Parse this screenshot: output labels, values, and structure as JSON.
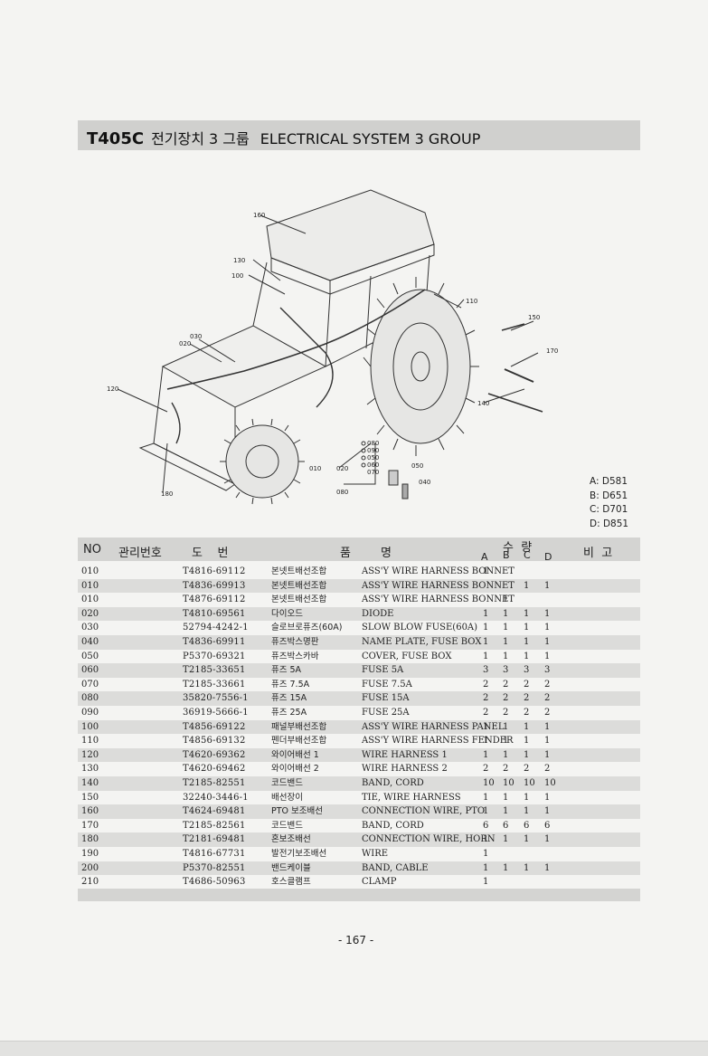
{
  "title": {
    "code": "T405C",
    "korean": "전기장치 3 그룹",
    "english": "ELECTRICAL SYSTEM 3 GROUP"
  },
  "diagram_callouts": [
    "160",
    "130",
    "100",
    "110",
    "150",
    "170",
    "140",
    "030",
    "020",
    "120",
    "180",
    "010",
    "020",
    "080",
    "050",
    "060",
    "070",
    "050",
    "040",
    "080",
    "090"
  ],
  "model_legend": [
    "A: D581",
    "B: D651",
    "C: D701",
    "D: D851"
  ],
  "table_header": {
    "no": "NO",
    "mgmt": "관리번호",
    "part_no": "도    번",
    "name": "품        명",
    "qty": "수  량",
    "a": "A",
    "b": "B",
    "c": "C",
    "d": "D",
    "remarks": "비  고"
  },
  "parts": [
    {
      "no": "010",
      "part_no": "T4816-69112",
      "ko": "본넷트배선조합",
      "en": "ASS'Y WIRE HARNESS BONNET",
      "a": "1",
      "b": "",
      "c": "",
      "d": ""
    },
    {
      "no": "010",
      "part_no": "T4836-69913",
      "ko": "본넷트배선조합",
      "en": "ASS'Y WIRE HARNESS BONNET",
      "a": "",
      "b": "",
      "c": "1",
      "d": "1"
    },
    {
      "no": "010",
      "part_no": "T4876-69112",
      "ko": "본넷트배선조합",
      "en": "ASS'Y WIRE HARNESS BONNET",
      "a": "",
      "b": "1",
      "c": "",
      "d": ""
    },
    {
      "no": "020",
      "part_no": "T4810-69561",
      "ko": "다이오드",
      "en": "DIODE",
      "a": "1",
      "b": "1",
      "c": "1",
      "d": "1"
    },
    {
      "no": "030",
      "part_no": "52794-4242-1",
      "ko": "슬로브로퓨즈(60A)",
      "en": "SLOW BLOW FUSE(60A)",
      "a": "1",
      "b": "1",
      "c": "1",
      "d": "1"
    },
    {
      "no": "040",
      "part_no": "T4836-69911",
      "ko": "퓨즈박스명판",
      "en": "NAME PLATE, FUSE BOX",
      "a": "1",
      "b": "1",
      "c": "1",
      "d": "1"
    },
    {
      "no": "050",
      "part_no": "P5370-69321",
      "ko": "퓨즈박스카바",
      "en": "COVER, FUSE BOX",
      "a": "1",
      "b": "1",
      "c": "1",
      "d": "1"
    },
    {
      "no": "060",
      "part_no": "T2185-33651",
      "ko": "퓨즈 5A",
      "en": "FUSE 5A",
      "a": "3",
      "b": "3",
      "c": "3",
      "d": "3"
    },
    {
      "no": "070",
      "part_no": "T2185-33661",
      "ko": "퓨즈 7.5A",
      "en": "FUSE 7.5A",
      "a": "2",
      "b": "2",
      "c": "2",
      "d": "2"
    },
    {
      "no": "080",
      "part_no": "35820-7556-1",
      "ko": "퓨즈 15A",
      "en": "FUSE 15A",
      "a": "2",
      "b": "2",
      "c": "2",
      "d": "2"
    },
    {
      "no": "090",
      "part_no": "36919-5666-1",
      "ko": "퓨즈 25A",
      "en": "FUSE 25A",
      "a": "2",
      "b": "2",
      "c": "2",
      "d": "2"
    },
    {
      "no": "100",
      "part_no": "T4856-69122",
      "ko": "패널부배선조합",
      "en": "ASS'Y WIRE HARNESS PANEL",
      "a": "1",
      "b": "1",
      "c": "1",
      "d": "1"
    },
    {
      "no": "110",
      "part_no": "T4856-69132",
      "ko": "펜더부배선조합",
      "en": "ASS'Y WIRE HARNESS FENDER",
      "a": "1",
      "b": "1",
      "c": "1",
      "d": "1"
    },
    {
      "no": "120",
      "part_no": "T4620-69362",
      "ko": "와이어배선 1",
      "en": "WIRE HARNESS 1",
      "a": "1",
      "b": "1",
      "c": "1",
      "d": "1"
    },
    {
      "no": "130",
      "part_no": "T4620-69462",
      "ko": "와이어배선 2",
      "en": "WIRE HARNESS 2",
      "a": "2",
      "b": "2",
      "c": "2",
      "d": "2"
    },
    {
      "no": "140",
      "part_no": "T2185-82551",
      "ko": "코드밴드",
      "en": "BAND, CORD",
      "a": "10",
      "b": "10",
      "c": "10",
      "d": "10"
    },
    {
      "no": "150",
      "part_no": "32240-3446-1",
      "ko": "배선장이",
      "en": "TIE, WIRE HARNESS",
      "a": "1",
      "b": "1",
      "c": "1",
      "d": "1"
    },
    {
      "no": "160",
      "part_no": "T4624-69481",
      "ko": "PTO 보조배선",
      "en": "CONNECTION WIRE, PTO",
      "a": "1",
      "b": "1",
      "c": "1",
      "d": "1"
    },
    {
      "no": "170",
      "part_no": "T2185-82561",
      "ko": "코드밴드",
      "en": "BAND, CORD",
      "a": "6",
      "b": "6",
      "c": "6",
      "d": "6"
    },
    {
      "no": "180",
      "part_no": "T2181-69481",
      "ko": "혼보조배선",
      "en": "CONNECTION WIRE, HORN",
      "a": "1",
      "b": "1",
      "c": "1",
      "d": "1"
    },
    {
      "no": "190",
      "part_no": "T4816-67731",
      "ko": "발전기보조배선",
      "en": "WIRE",
      "a": "1",
      "b": "",
      "c": "",
      "d": ""
    },
    {
      "no": "200",
      "part_no": "P5370-82551",
      "ko": "밴드케이블",
      "en": "BAND, CABLE",
      "a": "1",
      "b": "1",
      "c": "1",
      "d": "1"
    },
    {
      "no": "210",
      "part_no": "T4686-50963",
      "ko": "호스클램프",
      "en": "CLAMP",
      "a": "1",
      "b": "",
      "c": "",
      "d": ""
    }
  ],
  "page_number": "- 167 -"
}
